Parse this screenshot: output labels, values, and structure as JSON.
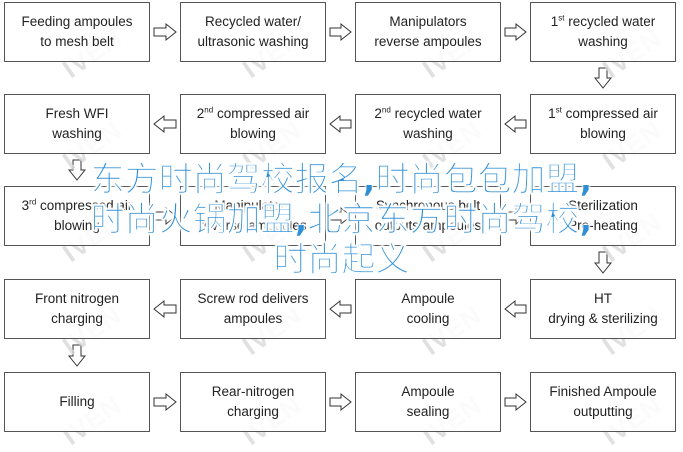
{
  "watermark": "IVEN",
  "nodes": [
    {
      "id": "n1",
      "lines": [
        "Feeding ampoules",
        "to mesh belt"
      ]
    },
    {
      "id": "n2",
      "lines": [
        "Recycled water/",
        "ultrasonic washing"
      ]
    },
    {
      "id": "n3",
      "lines": [
        "Manipulators",
        "reverse ampoules"
      ]
    },
    {
      "id": "n4",
      "lines": [
        "1st recycled water",
        "washing"
      ]
    },
    {
      "id": "n5",
      "lines": [
        "Fresh WFI",
        "washing"
      ]
    },
    {
      "id": "n6",
      "lines": [
        "2nd compressed air",
        "blowing"
      ]
    },
    {
      "id": "n7",
      "lines": [
        "2nd recycled water",
        "washing"
      ]
    },
    {
      "id": "n8",
      "lines": [
        "1st compressed air",
        "blowing"
      ]
    },
    {
      "id": "n9",
      "lines": [
        "3rd compressed air",
        "blowing"
      ]
    },
    {
      "id": "n10",
      "lines": [
        "Manipulators",
        "reverse ampoules"
      ]
    },
    {
      "id": "n11",
      "lines": [
        "Synchronous belt",
        "outputs ampoules"
      ]
    },
    {
      "id": "n12",
      "lines": [
        "Sterilization",
        "Pre-heating"
      ]
    },
    {
      "id": "n13",
      "lines": [
        "Front nitrogen",
        "charging"
      ]
    },
    {
      "id": "n14",
      "lines": [
        "Screw rod delivers",
        "ampoules"
      ]
    },
    {
      "id": "n15",
      "lines": [
        "Ampoule",
        "cooling"
      ]
    },
    {
      "id": "n16",
      "lines": [
        "HT",
        "drying & sterilizing"
      ]
    },
    {
      "id": "n17",
      "lines": [
        "Filling"
      ]
    },
    {
      "id": "n18",
      "lines": [
        "Rear-nitrogen",
        "charging"
      ]
    },
    {
      "id": "n19",
      "lines": [
        "Ampoule",
        "sealing"
      ]
    },
    {
      "id": "n20",
      "lines": [
        "Finished Ampoule",
        "outputting"
      ]
    }
  ],
  "edges": [
    [
      "n1",
      "n2"
    ],
    [
      "n2",
      "n3"
    ],
    [
      "n3",
      "n4"
    ],
    [
      "n4",
      "n8"
    ],
    [
      "n8",
      "n7"
    ],
    [
      "n7",
      "n6"
    ],
    [
      "n6",
      "n5"
    ],
    [
      "n5",
      "n9"
    ],
    [
      "n9",
      "n10"
    ],
    [
      "n10",
      "n11"
    ],
    [
      "n11",
      "n12"
    ],
    [
      "n12",
      "n16"
    ],
    [
      "n16",
      "n15"
    ],
    [
      "n15",
      "n14"
    ],
    [
      "n14",
      "n13"
    ],
    [
      "n13",
      "n17"
    ],
    [
      "n17",
      "n18"
    ],
    [
      "n18",
      "n19"
    ],
    [
      "n19",
      "n20"
    ]
  ],
  "overlay_text": {
    "line1": "东方时尚驾校报名,时尚包包加盟,",
    "line2": "时尚火锅加盟,北京东方时尚驾校,",
    "line3": "时尚起义"
  }
}
